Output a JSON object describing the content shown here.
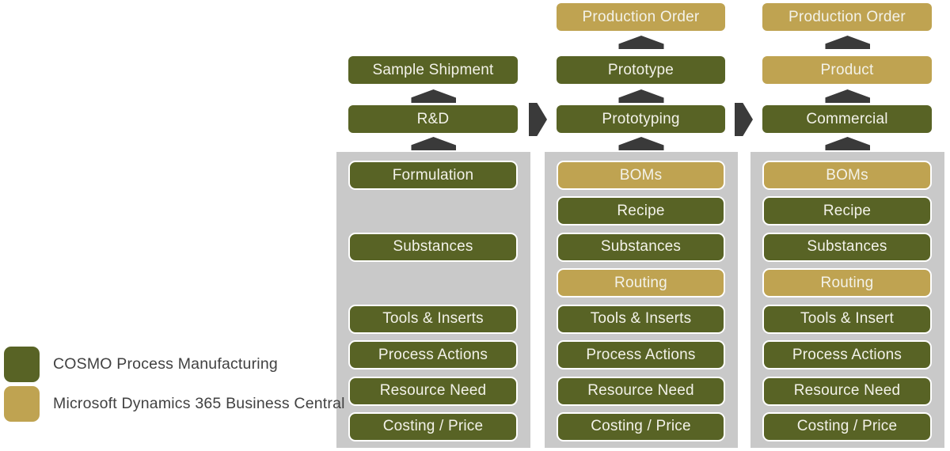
{
  "colors": {
    "cosmo_green": "#586325",
    "bc_gold": "#bfa351",
    "arrow_dark": "#3a3a3a",
    "panel_gray": "#c9c9c9"
  },
  "legend": {
    "items": [
      {
        "label": "COSMO Process Manufacturing",
        "type": "cosmo"
      },
      {
        "label": "Microsoft Dynamics 365 Business Central",
        "type": "bc"
      }
    ]
  },
  "columns": [
    {
      "stage": {
        "label": "R&D",
        "type": "cosmo"
      },
      "top_boxes": [
        {
          "label": "Sample Shipment",
          "type": "cosmo"
        }
      ],
      "panel_rows": [
        {
          "label": "Formulation",
          "type": "cosmo"
        },
        {
          "label": "",
          "type": "empty"
        },
        {
          "label": "Substances",
          "type": "cosmo"
        },
        {
          "label": "",
          "type": "empty"
        },
        {
          "label": "Tools & Inserts",
          "type": "cosmo"
        },
        {
          "label": "Process Actions",
          "type": "cosmo"
        },
        {
          "label": "Resource Need",
          "type": "cosmo"
        },
        {
          "label": "Costing / Price",
          "type": "cosmo"
        }
      ]
    },
    {
      "stage": {
        "label": "Prototyping",
        "type": "cosmo"
      },
      "top_boxes": [
        {
          "label": "Production Order",
          "type": "bc"
        },
        {
          "label": "Prototype",
          "type": "cosmo"
        }
      ],
      "panel_rows": [
        {
          "label": "BOMs",
          "type": "bc"
        },
        {
          "label": "Recipe",
          "type": "cosmo"
        },
        {
          "label": "Substances",
          "type": "cosmo"
        },
        {
          "label": "Routing",
          "type": "bc"
        },
        {
          "label": "Tools & Inserts",
          "type": "cosmo"
        },
        {
          "label": "Process Actions",
          "type": "cosmo"
        },
        {
          "label": "Resource Need",
          "type": "cosmo"
        },
        {
          "label": "Costing / Price",
          "type": "cosmo"
        }
      ]
    },
    {
      "stage": {
        "label": "Commercial",
        "type": "cosmo"
      },
      "top_boxes": [
        {
          "label": "Production Order",
          "type": "bc"
        },
        {
          "label": "Product",
          "type": "bc"
        }
      ],
      "panel_rows": [
        {
          "label": "BOMs",
          "type": "bc"
        },
        {
          "label": "Recipe",
          "type": "cosmo"
        },
        {
          "label": "Substances",
          "type": "cosmo"
        },
        {
          "label": "Routing",
          "type": "bc"
        },
        {
          "label": "Tools & Insert",
          "type": "cosmo"
        },
        {
          "label": "Process Actions",
          "type": "cosmo"
        },
        {
          "label": "Resource Need",
          "type": "cosmo"
        },
        {
          "label": "Costing / Price",
          "type": "cosmo"
        }
      ]
    }
  ]
}
